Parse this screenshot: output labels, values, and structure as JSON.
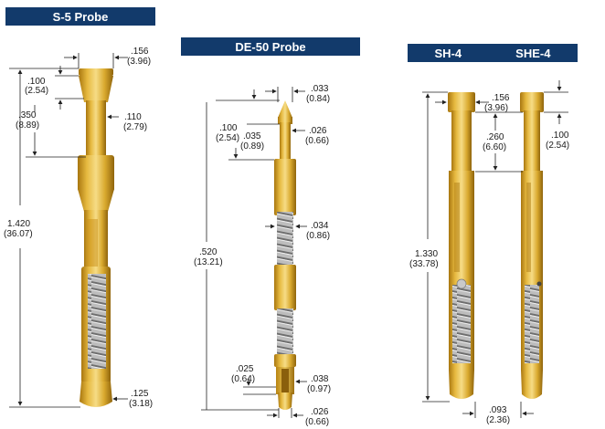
{
  "headers": {
    "s5": "S-5 Probe",
    "de50": "DE-50 Probe",
    "sh4": "SH-4",
    "she4": "SHE-4"
  },
  "s5": {
    "head_dia": ".156",
    "head_dia_mm": "(3.96)",
    "head_len": ".100",
    "head_len_mm": "(2.54)",
    "neck": ".350",
    "neck_mm": "(8.89)",
    "shaft_dia": ".110",
    "shaft_dia_mm": "(2.79)",
    "total": "1.420",
    "total_mm": "(36.07)",
    "tip_dia": ".125",
    "tip_dia_mm": "(3.18)"
  },
  "de50": {
    "tip_dia": ".033",
    "tip_dia_mm": "(0.84)",
    "tip_len": ".100",
    "tip_len_mm": "(2.54)",
    "plunger_len": ".035",
    "plunger_len_mm": "(0.89)",
    "plunger_dia": ".026",
    "plunger_dia_mm": "(0.66)",
    "barrel_dia": ".034",
    "barrel_dia_mm": "(0.86)",
    "total": ".520",
    "total_mm": "(13.21)",
    "tail_len": ".025",
    "tail_len_mm": "(0.64)",
    "tail_dia": ".038",
    "tail_dia_mm": "(0.97)",
    "end_dia": ".026",
    "end_dia_mm": "(0.66)"
  },
  "sh": {
    "head_dia": ".156",
    "head_dia_mm": "(3.96)",
    "head_len": ".260",
    "head_len_mm": "(6.60)",
    "she_head": ".100",
    "she_head_mm": "(2.54)",
    "total": "1.330",
    "total_mm": "(33.78)",
    "tip_dia": ".093",
    "tip_dia_mm": "(2.36)"
  },
  "colors": {
    "header_bg": "#123a6b",
    "brass": "#d9a92e",
    "brass_dark": "#9c6e10",
    "brass_light": "#f2d377",
    "spring": "#9a9a9a"
  }
}
